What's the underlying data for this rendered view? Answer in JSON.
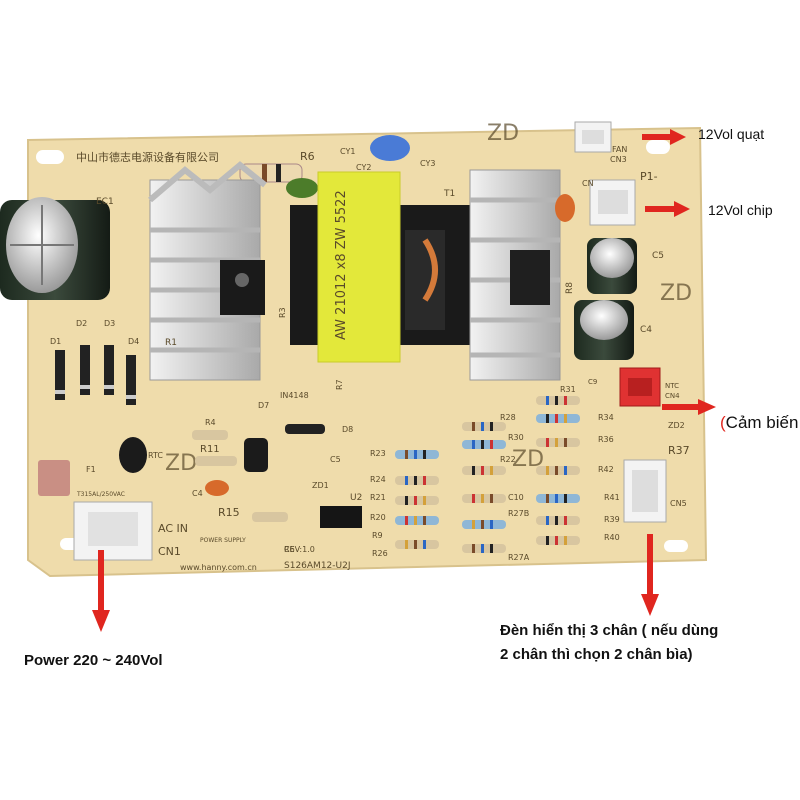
{
  "board": {
    "manufacturer": "中山市德志电源设备有限公司",
    "model": "S126AM12-U2J",
    "revision": "REV:1.0",
    "website": "www.hanny.com.cn",
    "logo_text": "POWER SUPPLY",
    "fuse_rating": "T315AL/250VAC",
    "watermark": "ZD",
    "components": {
      "ec1": "EC1",
      "r6": "R6",
      "cy1": "CY1",
      "cy2": "CY2",
      "cy3": "CY3",
      "t1": "T1",
      "fan": "FAN",
      "cn3": "CN3",
      "p1": "P1-",
      "cn": "CN",
      "c5": "C5",
      "c4": "C4",
      "r8": "R8",
      "d1": "D1",
      "d2": "D2",
      "d3": "D3",
      "d4": "D4",
      "r4": "R4",
      "r11": "R11",
      "rtc": "RTC",
      "f1": "F1",
      "c4b": "C4",
      "d7": "D7",
      "in4148": "IN4148",
      "d8": "D8",
      "c5b": "C5",
      "zd1": "ZD1",
      "u2": "U2",
      "r15": "R15",
      "c6": "C6",
      "r9": "R9",
      "r26": "R26",
      "r23": "R23",
      "r24": "R24",
      "r21": "R21",
      "r22": "R22",
      "r20": "R20",
      "r28": "R28",
      "r30": "R30",
      "r31": "R31",
      "r34": "R34",
      "r36": "R36",
      "r42": "R42",
      "r41": "R41",
      "r39": "R39",
      "r40": "R40",
      "r37": "R37",
      "zd2": "ZD2",
      "ntc": "NTC",
      "cn4": "CN4",
      "cn5": "CN5",
      "c10": "C10",
      "r27b": "R27B",
      "r27a": "R27A",
      "r7": "R7",
      "r1": "R1",
      "r3": "R3",
      "c9": "C9",
      "ac_in": "AC IN",
      "cn1": "CN1",
      "transformer_marking": "AW 21012 x8 ZW 5522"
    }
  },
  "annotations": {
    "fan": "12Vol quạt",
    "chip": "12Vol chip",
    "sensor": "Cảm biến",
    "power": "Power 220 ~ 240Vol",
    "display_line1": "Đèn hiển thị 3 chân ( nếu dùng",
    "display_line2": "2 chân thì chọn 2 chân bìa)"
  },
  "colors": {
    "pcb": "#efdcab",
    "arrow": "#e0261f",
    "heatsink": "#d9d9d9",
    "transformer": "#e3e83a"
  }
}
